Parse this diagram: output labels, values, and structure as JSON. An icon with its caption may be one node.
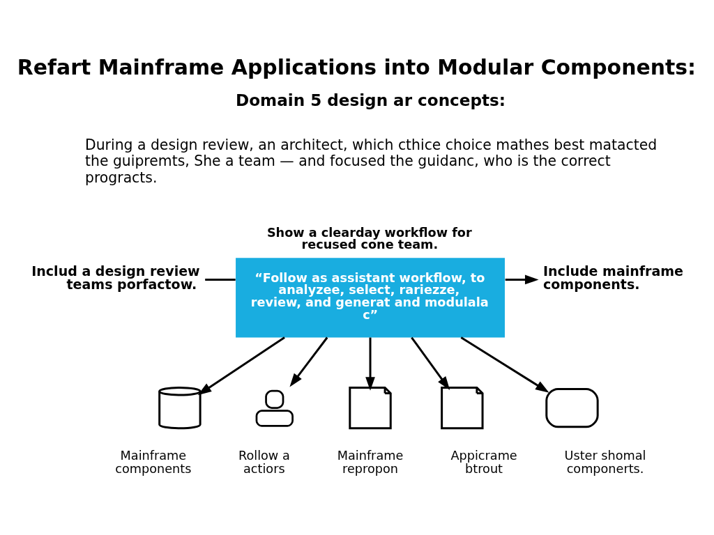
{
  "diagram": {
    "title": "Refart Mainframe Applications into Modular Components:",
    "nodes": [
      {
        "text": [
          "Show a clearday workflow for recused cone team.",
          "“Follow as assistant workflow, to analyzee, select, rariezze, review, and generat and modulala c”"
        ]
      },
      {
        "text": [
          "Includ a design review teams porfactow."
        ]
      },
      {
        "text": [
          "Include mainframe components."
        ]
      },
      {
        "text": [],
        "shape": "cylinder",
        "beside": [
          "Mainframe components"
        ]
      },
      {
        "text": [],
        "shape": "person",
        "beside": [
          "Rollow a actiors"
        ]
      },
      {
        "text": [],
        "shape": "picture",
        "beside": [
          "Mainframe repropon"
        ]
      },
      {
        "text": [],
        "shape": "picture",
        "beside": [
          "Appicrame btrout"
        ]
      },
      {
        "text": [],
        "shape": "box",
        "beside": [
          "Uster shomal componerts."
        ]
      }
    ],
    "edges": [
      {
        "from": 1,
        "to": 0,
        "arrow": "none"
      },
      {
        "from": 0,
        "to": 2,
        "arrow": "to"
      },
      {
        "from": 0,
        "to": 3,
        "arrow": "to"
      },
      {
        "from": 0,
        "to": 4,
        "arrow": "to"
      },
      {
        "from": 0,
        "to": 5,
        "arrow": "to"
      },
      {
        "from": 0,
        "to": 6,
        "arrow": "to"
      },
      {
        "from": 0,
        "to": 7,
        "arrow": "to"
      }
    ],
    "labels": [
      "Domain 5 design ar concepts:",
      "During a design review, an architect, which cthice choice mathes best matacted the guipremts, She a team — and focused the guidanc, who is the correct progracts."
    ]
  }
}
